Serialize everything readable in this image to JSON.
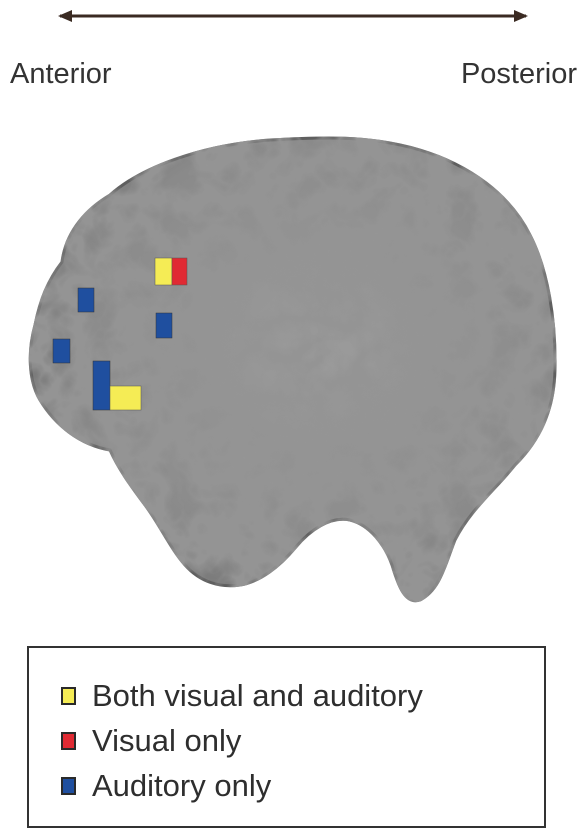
{
  "orientation": {
    "anterior_label": "Anterior",
    "posterior_label": "Posterior"
  },
  "colors": {
    "both": "#f5ec55",
    "visual_only": "#e02a33",
    "auditory_only": "#1f4f9f",
    "brain_base": "#8a8a8a",
    "arrow": "#3a2a22"
  },
  "legend": {
    "items": [
      {
        "key": "both",
        "label": "Both visual and auditory",
        "color": "#f5ec55"
      },
      {
        "key": "visual_only",
        "label": "Visual only",
        "color": "#e02a33"
      },
      {
        "key": "auditory_only",
        "label": "Auditory only",
        "color": "#1f4f9f"
      }
    ]
  },
  "activation_markers": [
    {
      "type": "both"
    },
    {
      "type": "visual_only"
    },
    {
      "type": "auditory_only"
    },
    {
      "type": "auditory_only"
    },
    {
      "type": "auditory_only"
    },
    {
      "type": "auditory_only"
    },
    {
      "type": "both"
    }
  ]
}
